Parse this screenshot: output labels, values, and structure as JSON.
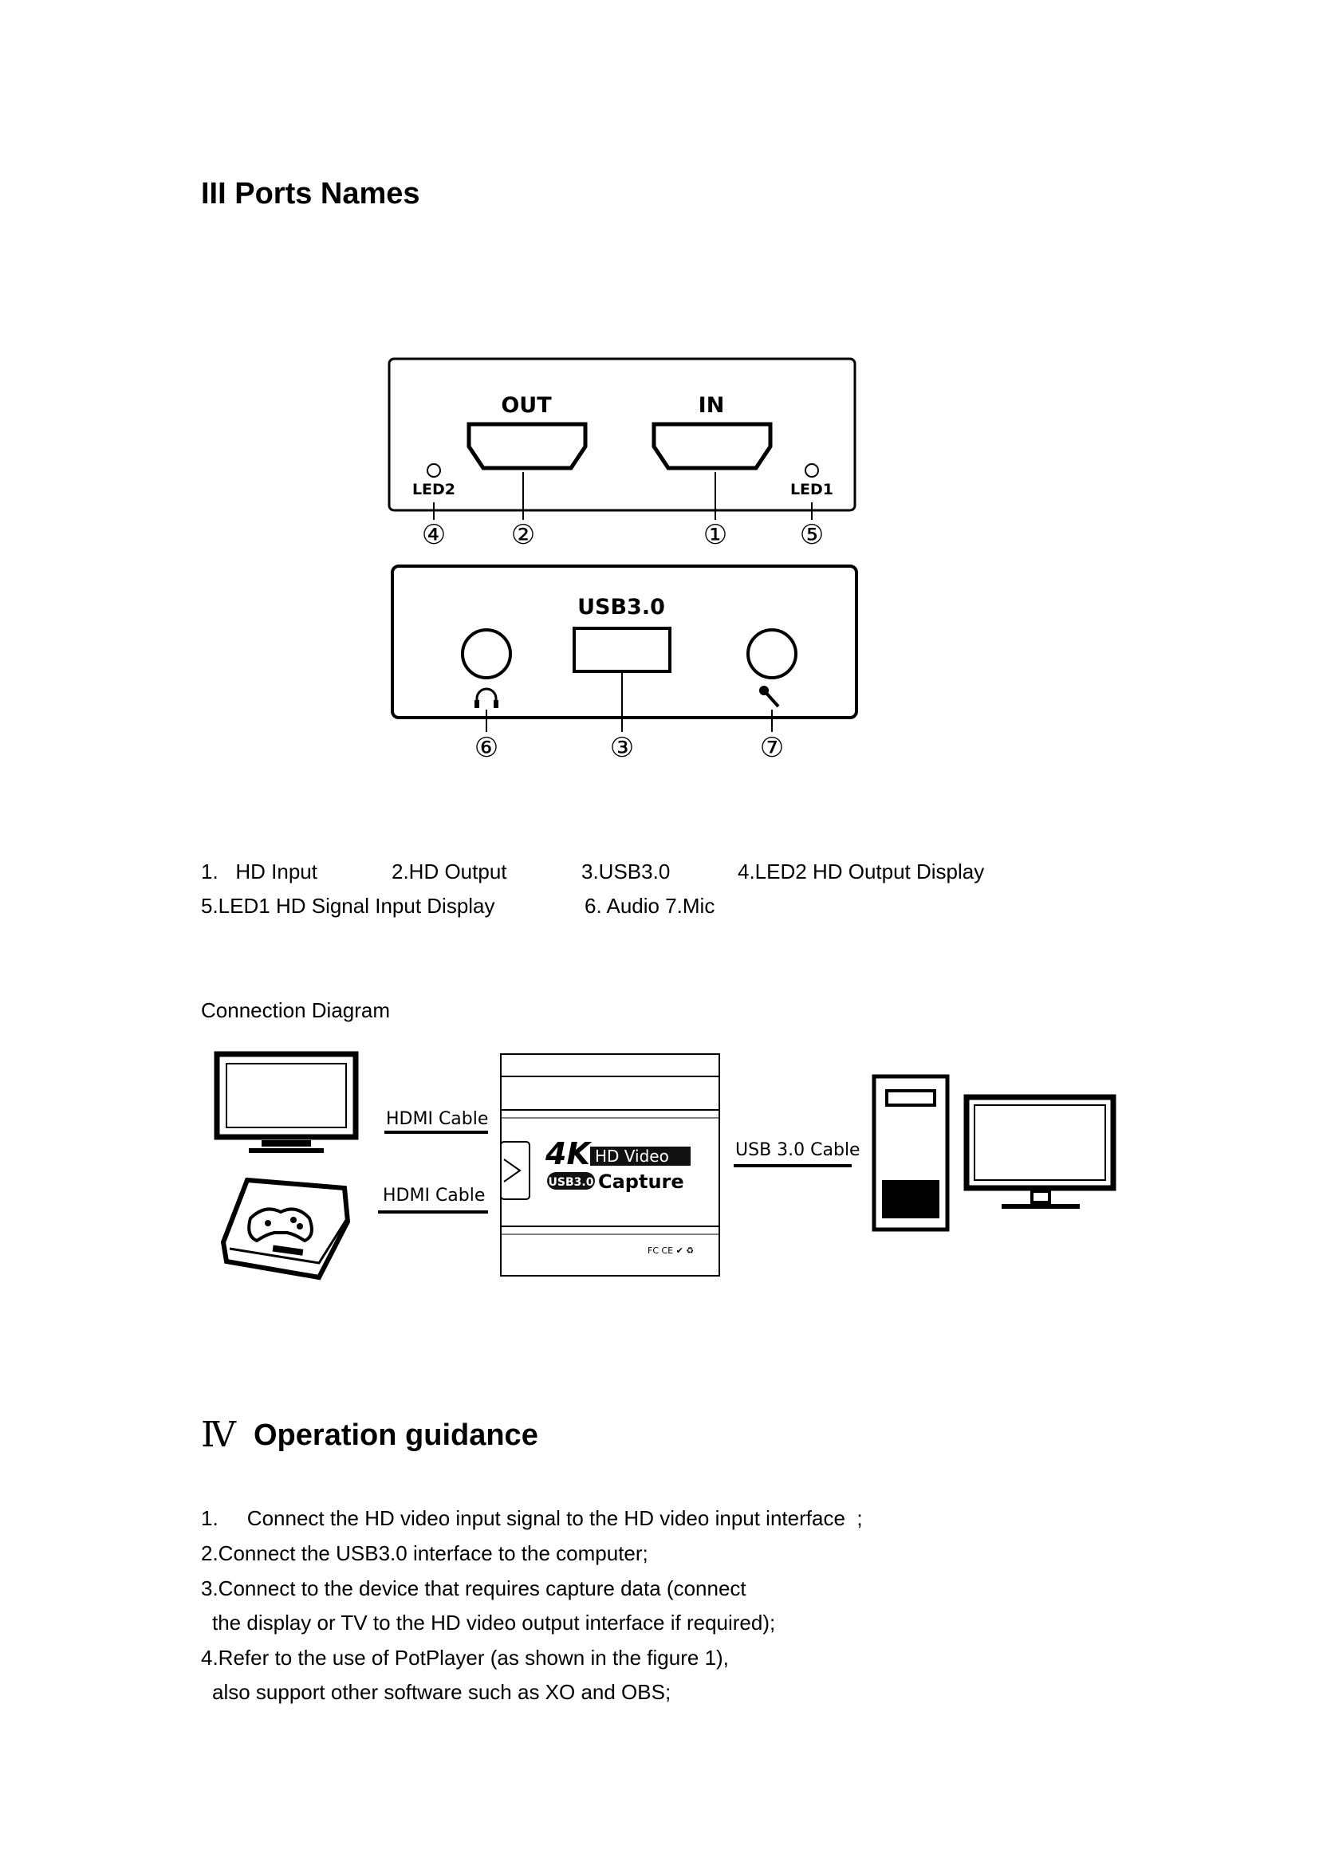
{
  "section3": {
    "title": "III Ports Names"
  },
  "ports_figure": {
    "top_panel": {
      "out_label": "OUT",
      "in_label": "IN",
      "led2_label": "LED2",
      "led1_label": "LED1"
    },
    "bottom_panel": {
      "usb_label": "USB3.0"
    },
    "callouts": [
      "①",
      "②",
      "③",
      "④",
      "⑤",
      "⑥",
      "⑦"
    ]
  },
  "legend": {
    "item1": "1.   HD Input",
    "item2": "2.HD Output",
    "item3": "3.USB3.0",
    "item4": "4.LED2 HD Output Display",
    "item5": "5.LED1 HD Signal Input Display",
    "item6": "6. Audio 7.Mic"
  },
  "connection": {
    "caption": "Connection Diagram",
    "hdmi_cable_top": "HDMI  Cable",
    "hdmi_cable_bottom": "HDMI  Cable",
    "usb_cable": "USB 3.0 Cable",
    "device": {
      "brand_4k": "4K",
      "hd_video": "HD Video",
      "usb_badge": "USB3.0",
      "capture": "Capture",
      "cert_marks": "FC CE ✔ ♻"
    }
  },
  "section4": {
    "roman": "Ⅳ",
    "title": "Operation guidance"
  },
  "steps": {
    "s1": "1.     Connect the HD video input signal to the HD video input interface  ;",
    "s2": "2.Connect the USB3.0 interface to the computer;",
    "s3a": "3.Connect to the device that requires capture data (connect",
    "s3b": "the display or TV to the HD video output interface if required);",
    "s4a": "4.Refer to the use of PotPlayer (as shown in the figure 1),",
    "s4b": "also support other software such as XO and OBS;"
  }
}
